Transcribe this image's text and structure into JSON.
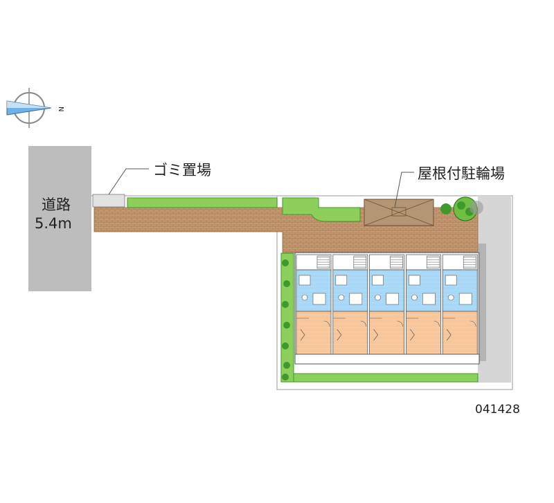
{
  "labels": {
    "road_name": "道路",
    "road_width": "5.4m",
    "garbage": "ゴミ置場",
    "bike_parking": "屋根付駐輪場",
    "compass_letter": "N",
    "property_code": "041428"
  },
  "colors": {
    "road": "#bdbdbd",
    "walkway": "#c49a72",
    "walkway_pattern": "#a97a52",
    "green": "#8ccf5a",
    "green_dark": "#3f9a2c",
    "unit_blue": "#a8d8f5",
    "unit_orange": "#f7c79b",
    "bike_roof": "#b59674",
    "outline": "#555555"
  },
  "units": [
    {
      "id": "unit-1"
    },
    {
      "id": "unit-2"
    },
    {
      "id": "unit-3"
    },
    {
      "id": "unit-4"
    },
    {
      "id": "unit-5"
    }
  ]
}
